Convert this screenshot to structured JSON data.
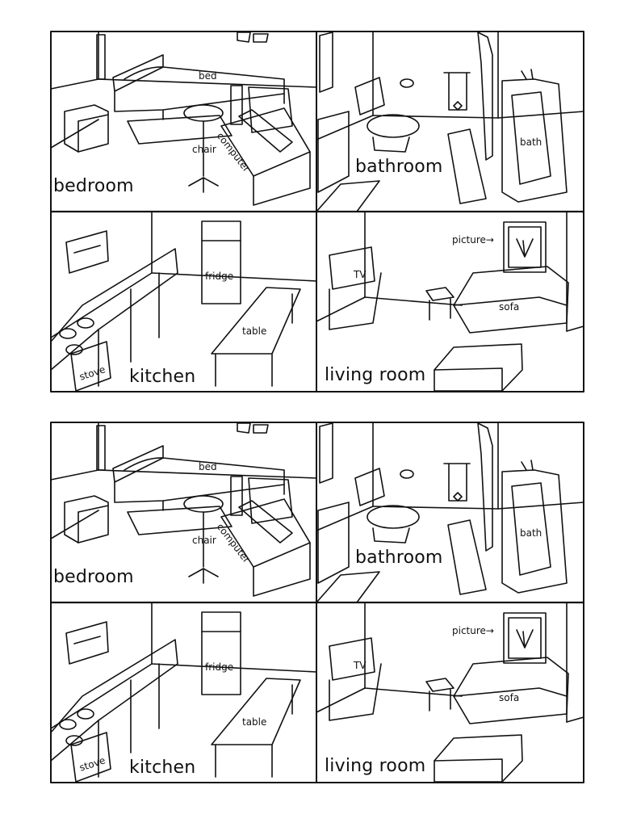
{
  "worksheets": [
    {
      "rooms": {
        "bedroom": {
          "title": "bedroom",
          "items": {
            "bed": "bed",
            "chair": "chair",
            "computer": "computer"
          }
        },
        "bathroom": {
          "title": "bathroom",
          "items": {
            "bath": "bath"
          }
        },
        "kitchen": {
          "title": "kitchen",
          "items": {
            "fridge": "fridge",
            "table": "table",
            "stove": "stove"
          }
        },
        "living_room": {
          "title": "living room",
          "items": {
            "picture": "picture",
            "tv": "TV",
            "sofa": "sofa"
          }
        }
      }
    },
    {
      "rooms": {
        "bedroom": {
          "title": "bedroom",
          "items": {
            "bed": "bed",
            "chair": "chair",
            "computer": "computer"
          }
        },
        "bathroom": {
          "title": "bathroom",
          "items": {
            "bath": "bath"
          }
        },
        "kitchen": {
          "title": "kitchen",
          "items": {
            "fridge": "fridge",
            "table": "table",
            "stove": "stove"
          }
        },
        "living_room": {
          "title": "living room",
          "items": {
            "picture": "picture",
            "tv": "TV",
            "sofa": "sofa"
          }
        }
      }
    }
  ]
}
